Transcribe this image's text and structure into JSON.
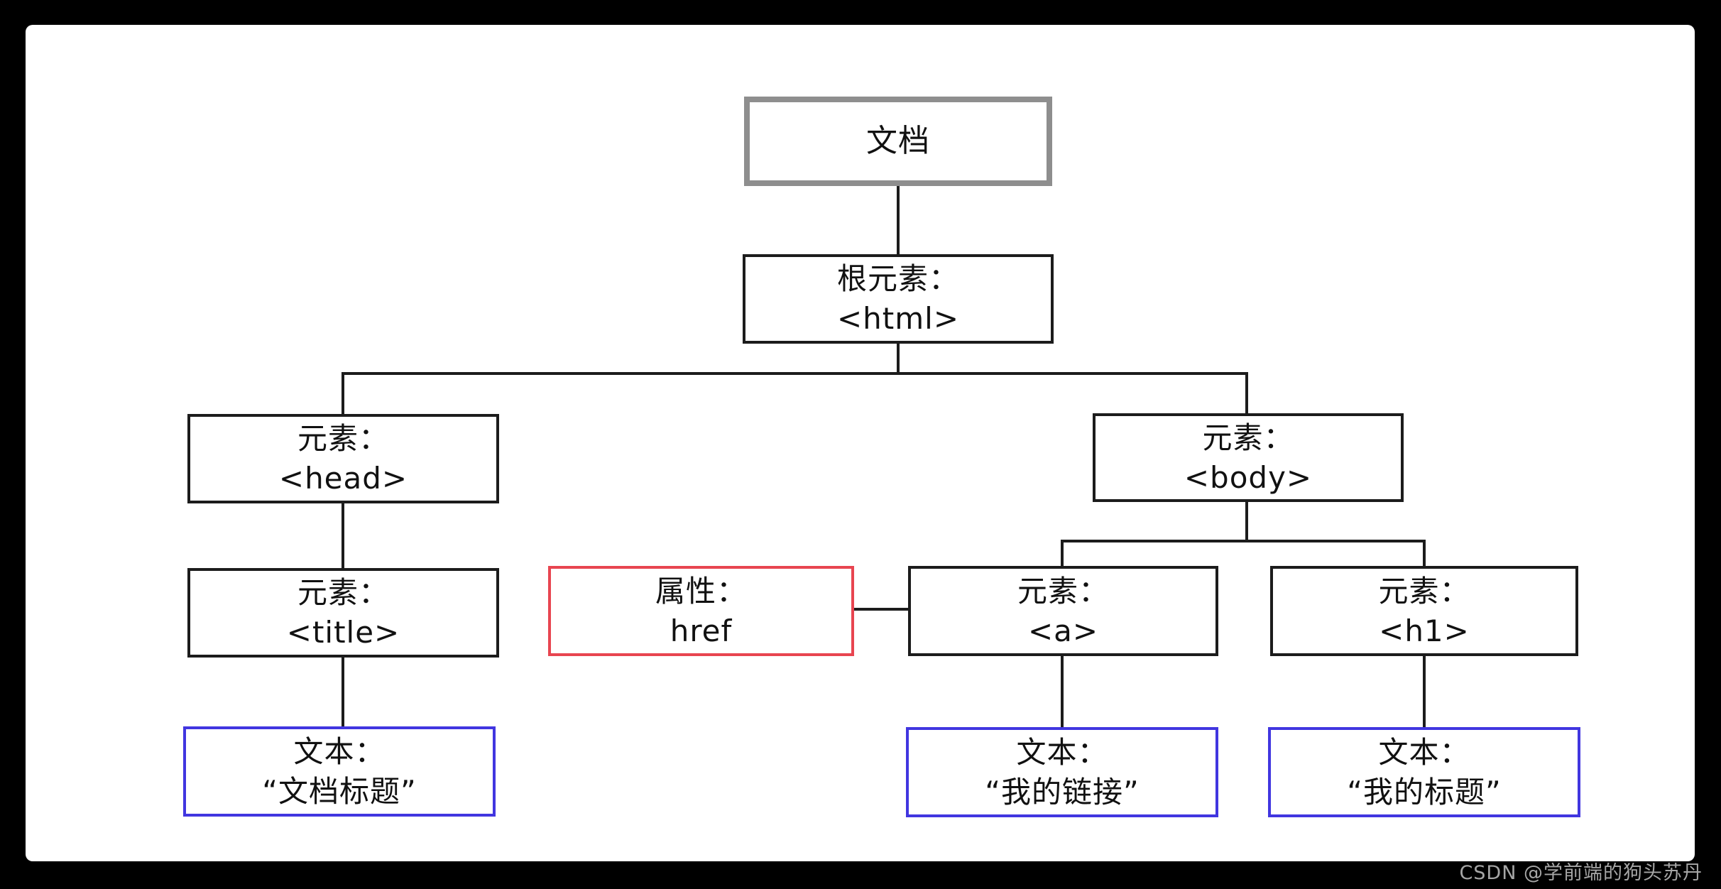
{
  "tree": {
    "document": {
      "label": "文档"
    },
    "html": {
      "line1": "根元素：",
      "line2": "<html>"
    },
    "head": {
      "line1": "元素：",
      "line2": "<head>"
    },
    "body": {
      "line1": "元素：",
      "line2": "<body>"
    },
    "title": {
      "line1": "元素：",
      "line2": "<title>"
    },
    "attr_href": {
      "line1": "属性：",
      "line2": "href"
    },
    "a": {
      "line1": "元素：",
      "line2": "<a>"
    },
    "h1": {
      "line1": "元素：",
      "line2": "<h1>"
    },
    "text_doc_title": {
      "line1": "文本：",
      "line2": "“文档标题”"
    },
    "text_my_link": {
      "line1": "文本：",
      "line2": "“我的链接”"
    },
    "text_my_title": {
      "line1": "文本：",
      "line2": "“我的标题”"
    }
  },
  "watermark": {
    "text": "CSDN @学前端的狗头苏丹"
  },
  "theme": {
    "page_bg": "#000000",
    "panel_bg": "#ffffff",
    "line_color": "#1c1c1c",
    "element_border": "#1c1c1c",
    "document_border": "#8e8e8e",
    "text_border": "#4136e0",
    "attribute_border": "#e84550",
    "watermark_color": "#a6a6a6",
    "text_color": "#111111"
  }
}
